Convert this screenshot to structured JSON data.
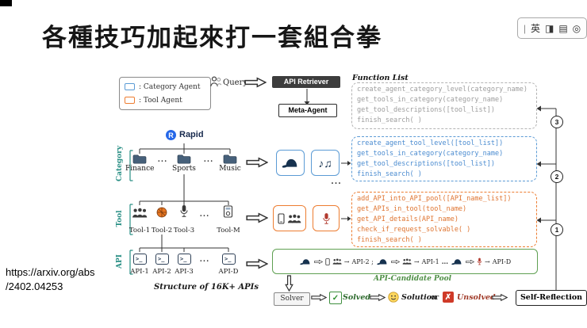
{
  "window": {
    "toolbar_items": [
      "|",
      "英",
      "◨",
      "▤",
      "◎"
    ]
  },
  "title": "各種技巧加起來打一套組合拳",
  "source": {
    "line1": "https://arxiv.org/abs",
    "line2": "/2402.04253"
  },
  "legend": {
    "category": ": Category Agent",
    "tool": ": Tool Agent"
  },
  "query_label": "Query",
  "api_retriever": "API Retriever",
  "meta_agent": "Meta-Agent",
  "function_list_title": "Function List",
  "functions": {
    "category": [
      "create_agent_category_level(category_name)",
      "get_tools_in_category(category_name)",
      "get_tool_descriptions([tool_list])",
      "finish_search( )"
    ],
    "tool": [
      "create_agent_tool_level([tool_list])",
      "get_tools_in_category(category_name)",
      "get_tool_descriptions([tool_list])",
      "finish_search( )"
    ],
    "api": [
      "add_API_into_API_pool([API_name_list])",
      "get_APIs_in_tool(tool_name)",
      "get_API_details(API_name)",
      "check_if_request_solvable( )",
      "finish_search( )"
    ]
  },
  "feedback_steps": [
    "3",
    "2",
    "1"
  ],
  "rapid": {
    "mark": "R",
    "label": "Rapid"
  },
  "hierarchy": {
    "category": {
      "label": "Category",
      "items": [
        "Finance",
        "Sports",
        "Music"
      ]
    },
    "tool": {
      "label": "Tool",
      "items": [
        "Tool-1",
        "Tool-2",
        "Tool-3",
        "Tool-M"
      ]
    },
    "api": {
      "label": "API",
      "items": [
        "API-1",
        "API-2",
        "API-3",
        "API-D"
      ]
    }
  },
  "structure_caption": "Structure of 16K+ APIs",
  "pool": {
    "caption": "API-Candidate Pool",
    "entries": [
      "API-2 ;",
      "API-1",
      "API-D"
    ]
  },
  "flow": {
    "solver": "Solver",
    "solved": "Solved",
    "solution": "Solution",
    "or": "or",
    "unsolved": "Unsolved",
    "self_reflection": "Self-Reflection"
  },
  "icons": {
    "check": "✓",
    "cross": "✗",
    "music_notes": "♪♫",
    "ellipsis": "...",
    "arrow_right": "→",
    "terminal": ">_"
  },
  "colors": {
    "blue": "#5b9bd5",
    "orange": "#ed7d31",
    "green": "#5fa052",
    "teal": "#2a8f85",
    "gray_text": "#9d9d9d"
  }
}
